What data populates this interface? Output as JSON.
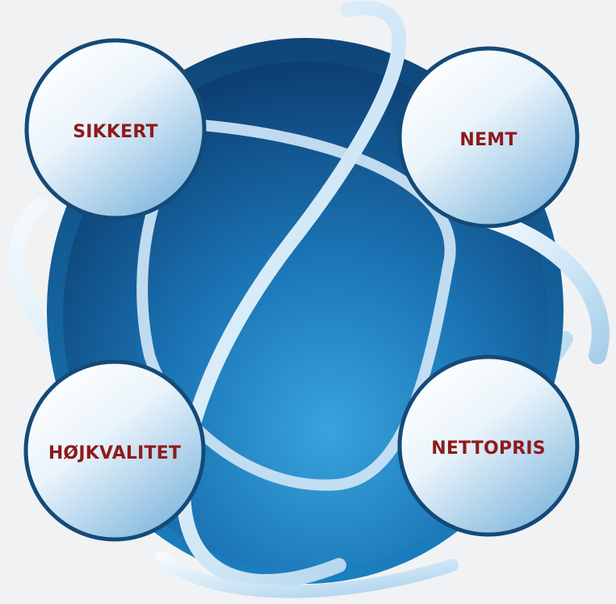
{
  "colors": {
    "background": "#f1f2f4",
    "globe_dark": "#0c3f73",
    "globe_mid": "#1565a3",
    "globe_light": "#2e93cf",
    "ring": "#cfe6f6",
    "bubble_border": "#134a78",
    "label": "#8e1a1c"
  },
  "nodes": [
    {
      "id": "sikkert",
      "label": "SIKKERT"
    },
    {
      "id": "nemt",
      "label": "NEMT"
    },
    {
      "id": "hojkvalitet",
      "label": "HØJKVALITET"
    },
    {
      "id": "nettopris",
      "label": "NETTOPRIS"
    }
  ]
}
